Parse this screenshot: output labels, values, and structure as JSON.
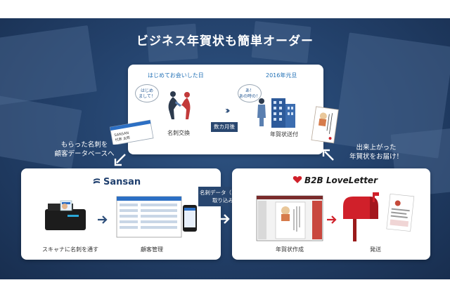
{
  "title": "ビジネス年賀状も簡単オーダー",
  "top_panel": {
    "heading_left": "はじめてお会いした日",
    "heading_right": "2016年元旦",
    "bubble_left": [
      "はじめ",
      "まして！"
    ],
    "bubble_right": [
      "あ！",
      "あの時の！"
    ],
    "label_exchange": "名刺交換",
    "label_send": "年賀状送付"
  },
  "months_later": "数カ月後",
  "left_note": [
    "もらった名刺を",
    "顧客データベースへ"
  ],
  "right_note": [
    "出来上がった",
    "年賀状をお届け！"
  ],
  "card_text": [
    "SANSAN",
    "代表 太郎"
  ],
  "middle_tag": [
    "名刺データ（あて先）",
    "取り込み"
  ],
  "sansan_panel": {
    "logo": "Sansan",
    "label_scanner": "スキャナに名刺を通す",
    "label_manage": "顧客管理"
  },
  "b2b_panel": {
    "logo": "B2B LoveLetter",
    "label_create": "年賀状作成",
    "label_ship": "発送"
  },
  "colors": {
    "background": "#223f68",
    "accent_blue": "#1f6fb5",
    "accent_red": "#d0202a",
    "navy": "#28466f"
  }
}
